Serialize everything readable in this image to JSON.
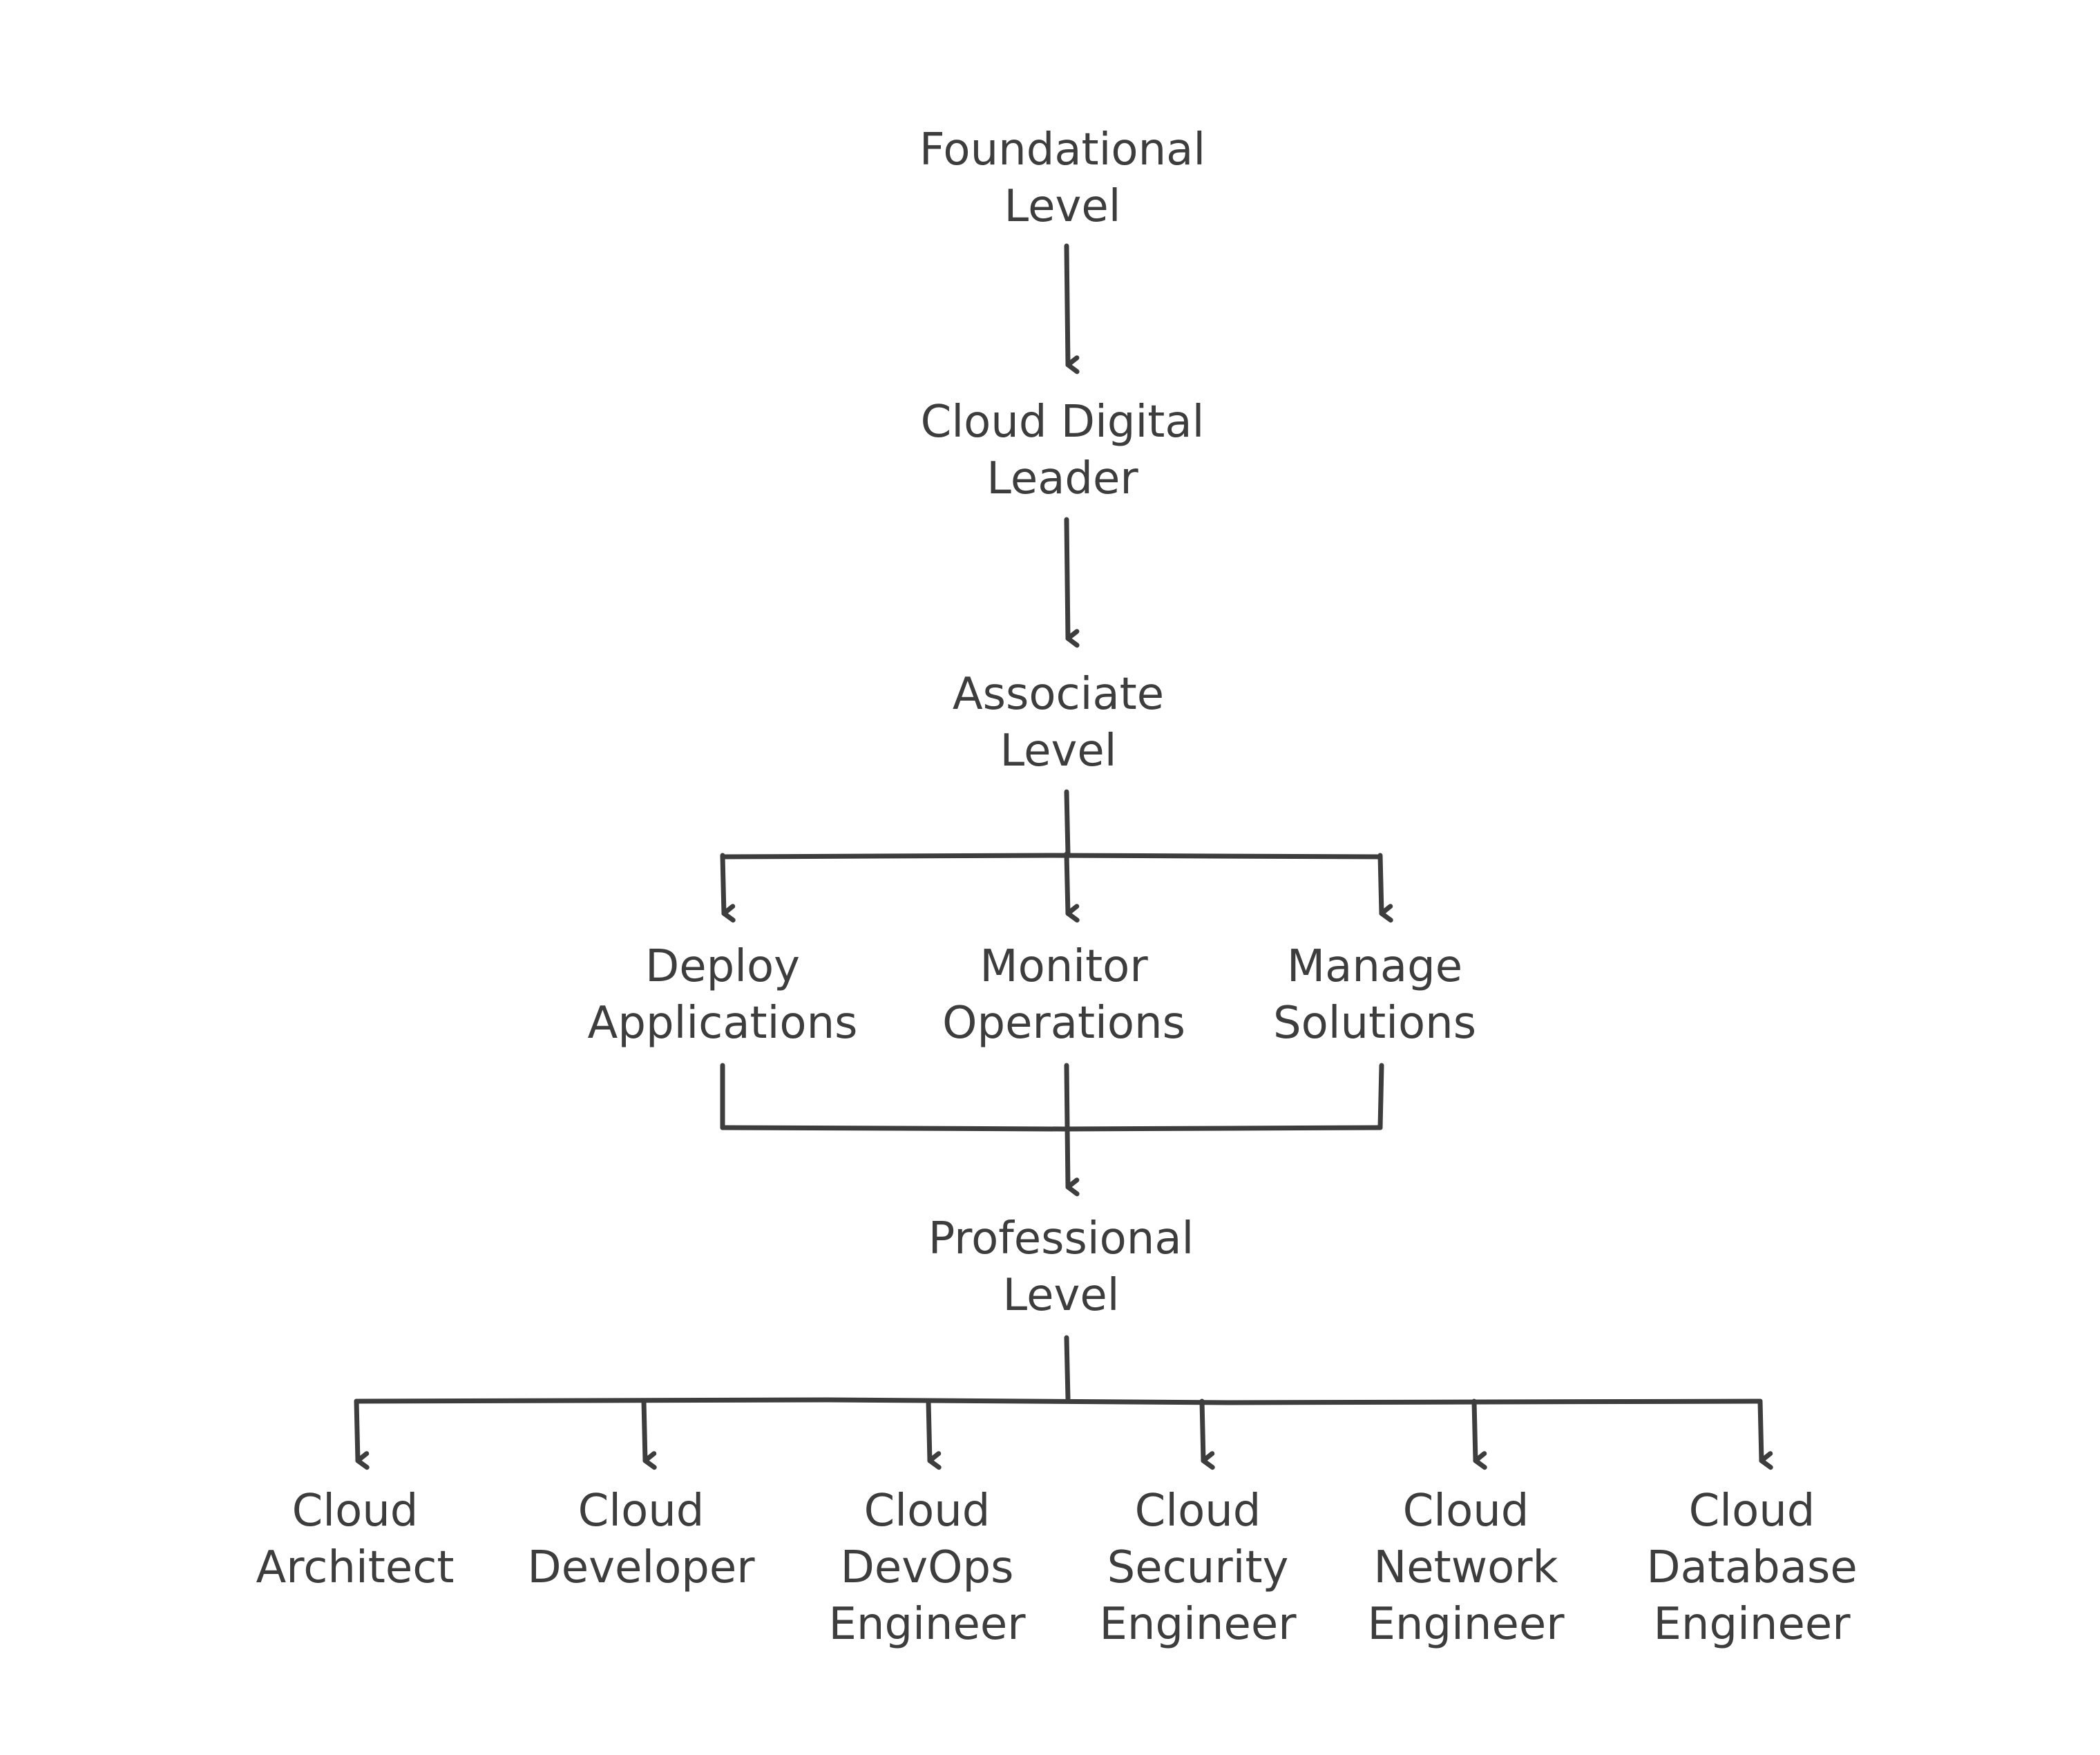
{
  "diagram": {
    "colors": {
      "ink": "#3d3d3d",
      "background": "#ffffff"
    },
    "nodes": {
      "foundational": {
        "lines": [
          "Foundational",
          "Level"
        ]
      },
      "cdl": {
        "lines": [
          "Cloud Digital",
          "Leader"
        ]
      },
      "associate": {
        "lines": [
          "Associate",
          "Level"
        ]
      },
      "deploy": {
        "lines": [
          "Deploy",
          "Applications"
        ]
      },
      "monitor": {
        "lines": [
          "Monitor",
          "Operations"
        ]
      },
      "manage": {
        "lines": [
          "Manage",
          "Solutions"
        ]
      },
      "professional": {
        "lines": [
          "Professional",
          "Level"
        ]
      },
      "architect": {
        "lines": [
          "Cloud",
          "Architect"
        ]
      },
      "developer": {
        "lines": [
          "Cloud",
          "Developer"
        ]
      },
      "devops": {
        "lines": [
          "Cloud",
          "DevOps",
          "Engineer"
        ]
      },
      "security": {
        "lines": [
          "Cloud",
          "Security",
          "Engineer"
        ]
      },
      "network": {
        "lines": [
          "Cloud",
          "Network",
          "Engineer"
        ]
      },
      "database": {
        "lines": [
          "Cloud",
          "Database",
          "Engineer"
        ]
      }
    }
  }
}
